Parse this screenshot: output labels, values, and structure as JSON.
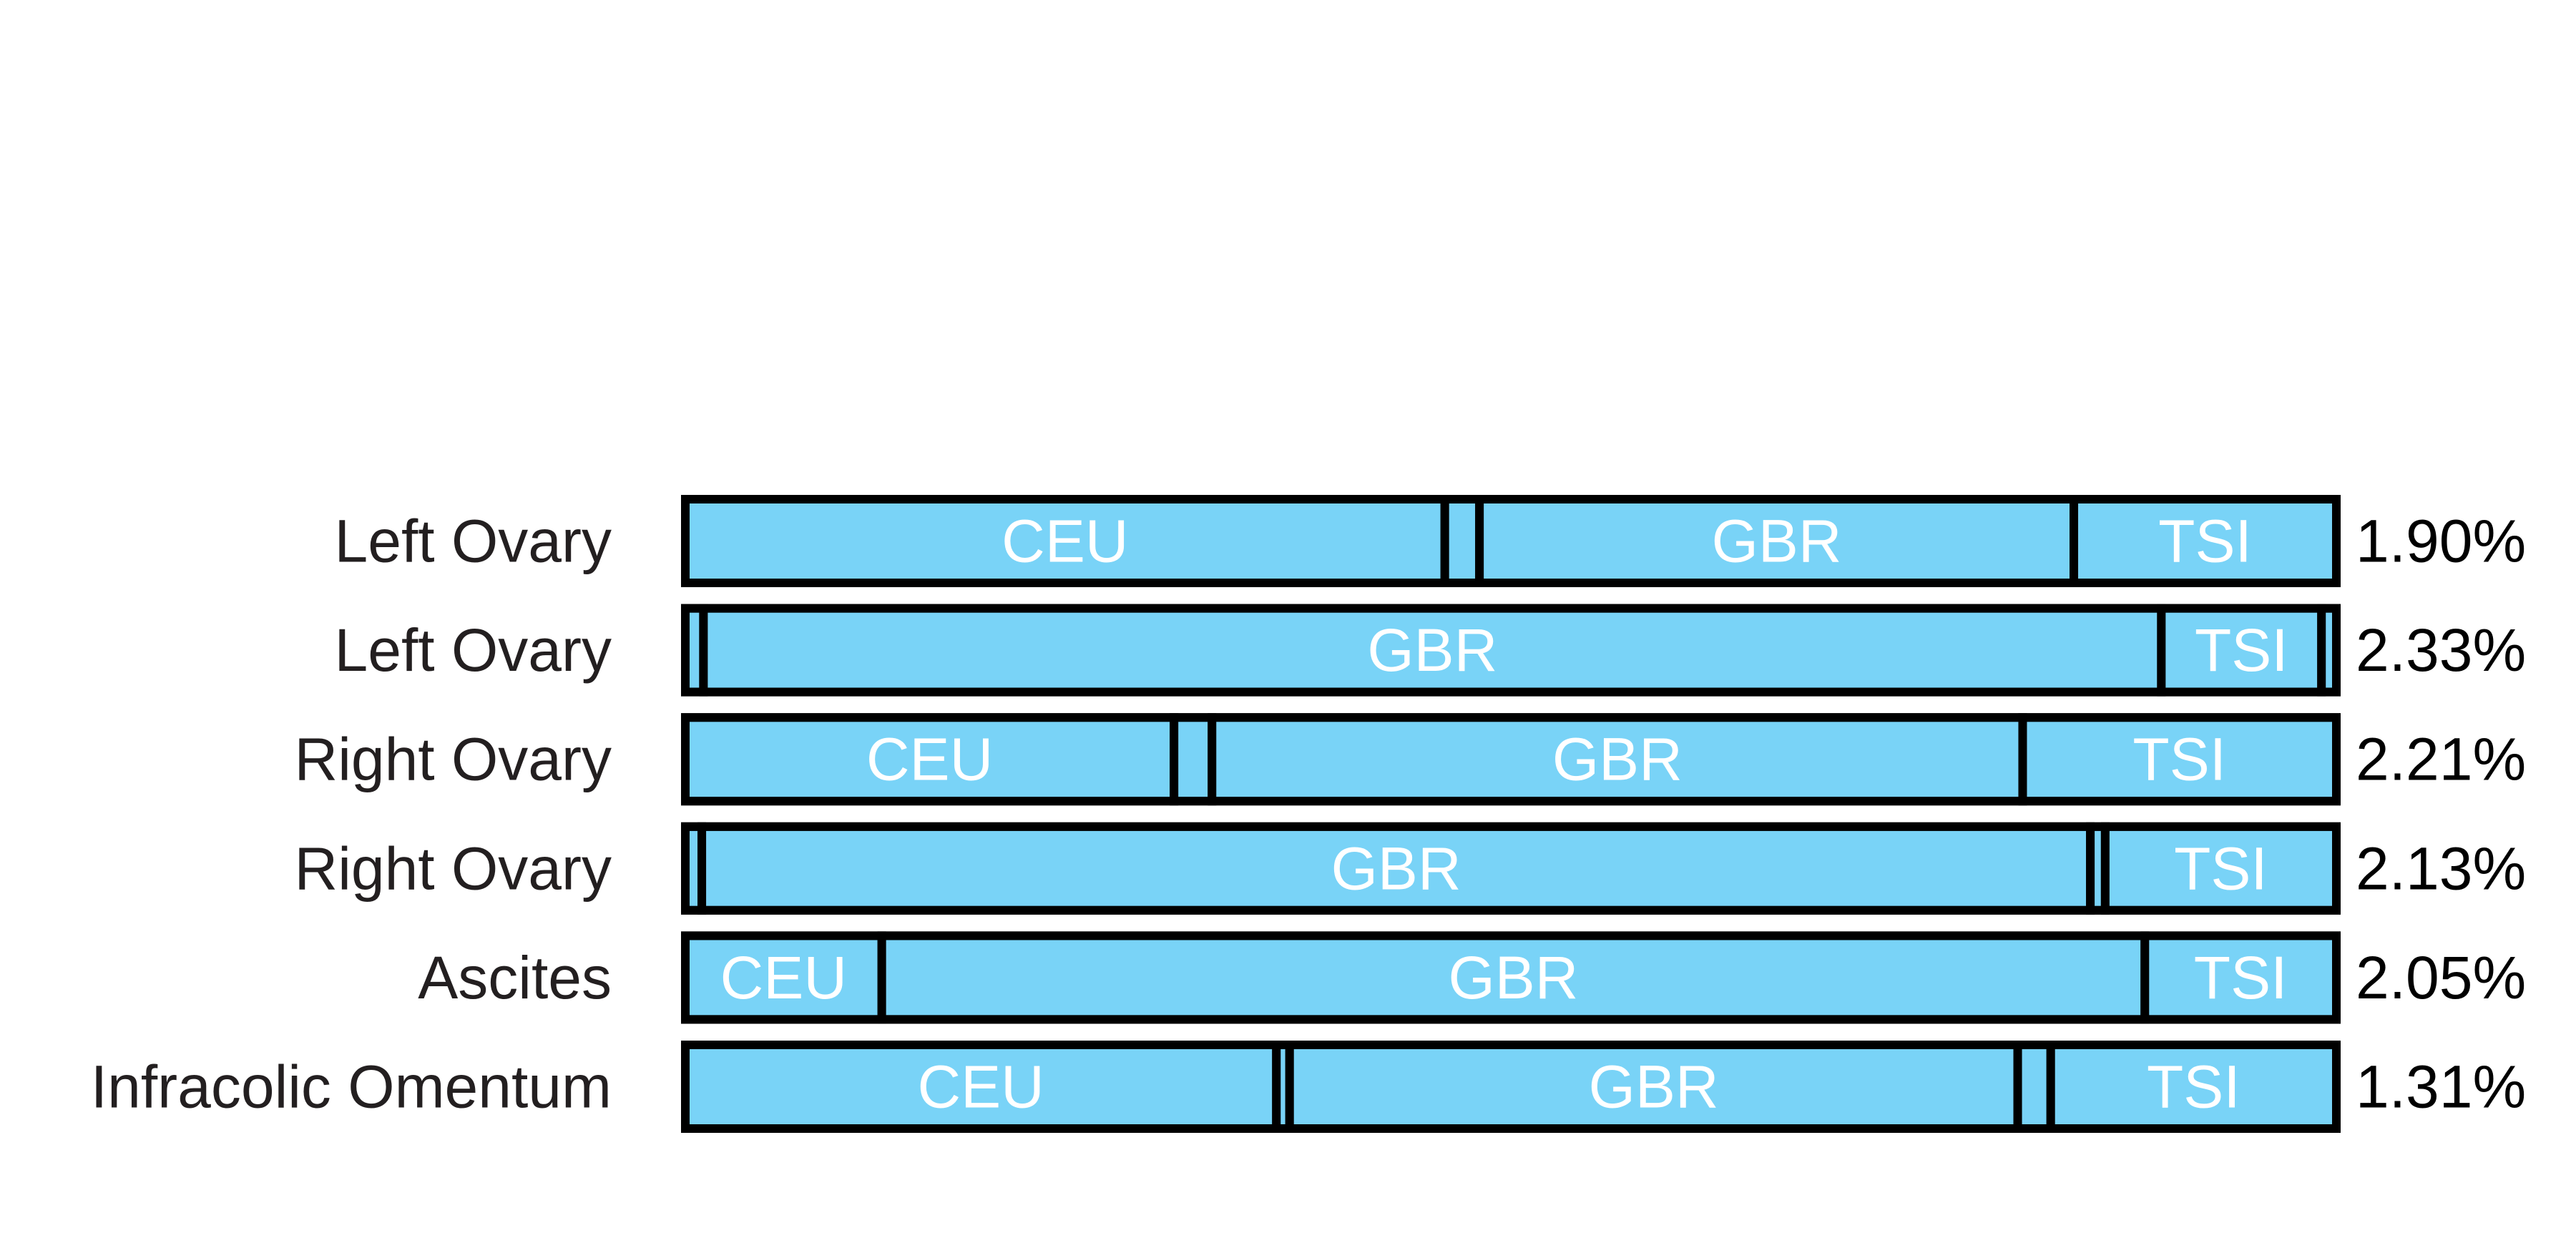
{
  "chart_data": {
    "type": "bar",
    "orientation": "horizontal",
    "stacked": true,
    "normalized": true,
    "title": "",
    "xlabel": "",
    "ylabel": "",
    "xlim": [
      0,
      100
    ],
    "grid": false,
    "legend": "none",
    "colors": {
      "fill": "#79d3f7",
      "stroke": "#000000",
      "text": "#ffffff",
      "row_label": "#231f20"
    },
    "rows": [
      {
        "label": "Left Ovary",
        "value_label": "1.90%",
        "segments": [
          {
            "name": "CEU",
            "value": 46
          },
          {
            "name": "",
            "value": 2.1
          },
          {
            "name": "GBR",
            "value": 36
          },
          {
            "name": "TSI",
            "value": 15.9
          }
        ]
      },
      {
        "label": "Left Ovary",
        "value_label": "2.33%",
        "segments": [
          {
            "name": "",
            "value": 1.1
          },
          {
            "name": "GBR",
            "value": 88.3
          },
          {
            "name": "TSI",
            "value": 9.7
          },
          {
            "name": "",
            "value": 0.9
          }
        ]
      },
      {
        "label": "Right Ovary",
        "value_label": "2.21%",
        "segments": [
          {
            "name": "CEU",
            "value": 29.6
          },
          {
            "name": "",
            "value": 2.3
          },
          {
            "name": "GBR",
            "value": 49.1
          },
          {
            "name": "TSI",
            "value": 19
          }
        ]
      },
      {
        "label": "Right Ovary",
        "value_label": "2.13%",
        "segments": [
          {
            "name": "",
            "value": 1
          },
          {
            "name": "GBR",
            "value": 84.1
          },
          {
            "name": "",
            "value": 0.9
          },
          {
            "name": "TSI",
            "value": 14
          }
        ]
      },
      {
        "label": "Ascites",
        "value_label": "2.05%",
        "segments": [
          {
            "name": "CEU",
            "value": 11.9
          },
          {
            "name": "GBR",
            "value": 76.5
          },
          {
            "name": "TSI",
            "value": 11.6
          }
        ]
      },
      {
        "label": "Infracolic Omentum",
        "value_label": "1.31%",
        "segments": [
          {
            "name": "CEU",
            "value": 35.8
          },
          {
            "name": "",
            "value": 0.8
          },
          {
            "name": "GBR",
            "value": 44.1
          },
          {
            "name": "",
            "value": 2
          },
          {
            "name": "TSI",
            "value": 17.3
          }
        ]
      }
    ]
  }
}
